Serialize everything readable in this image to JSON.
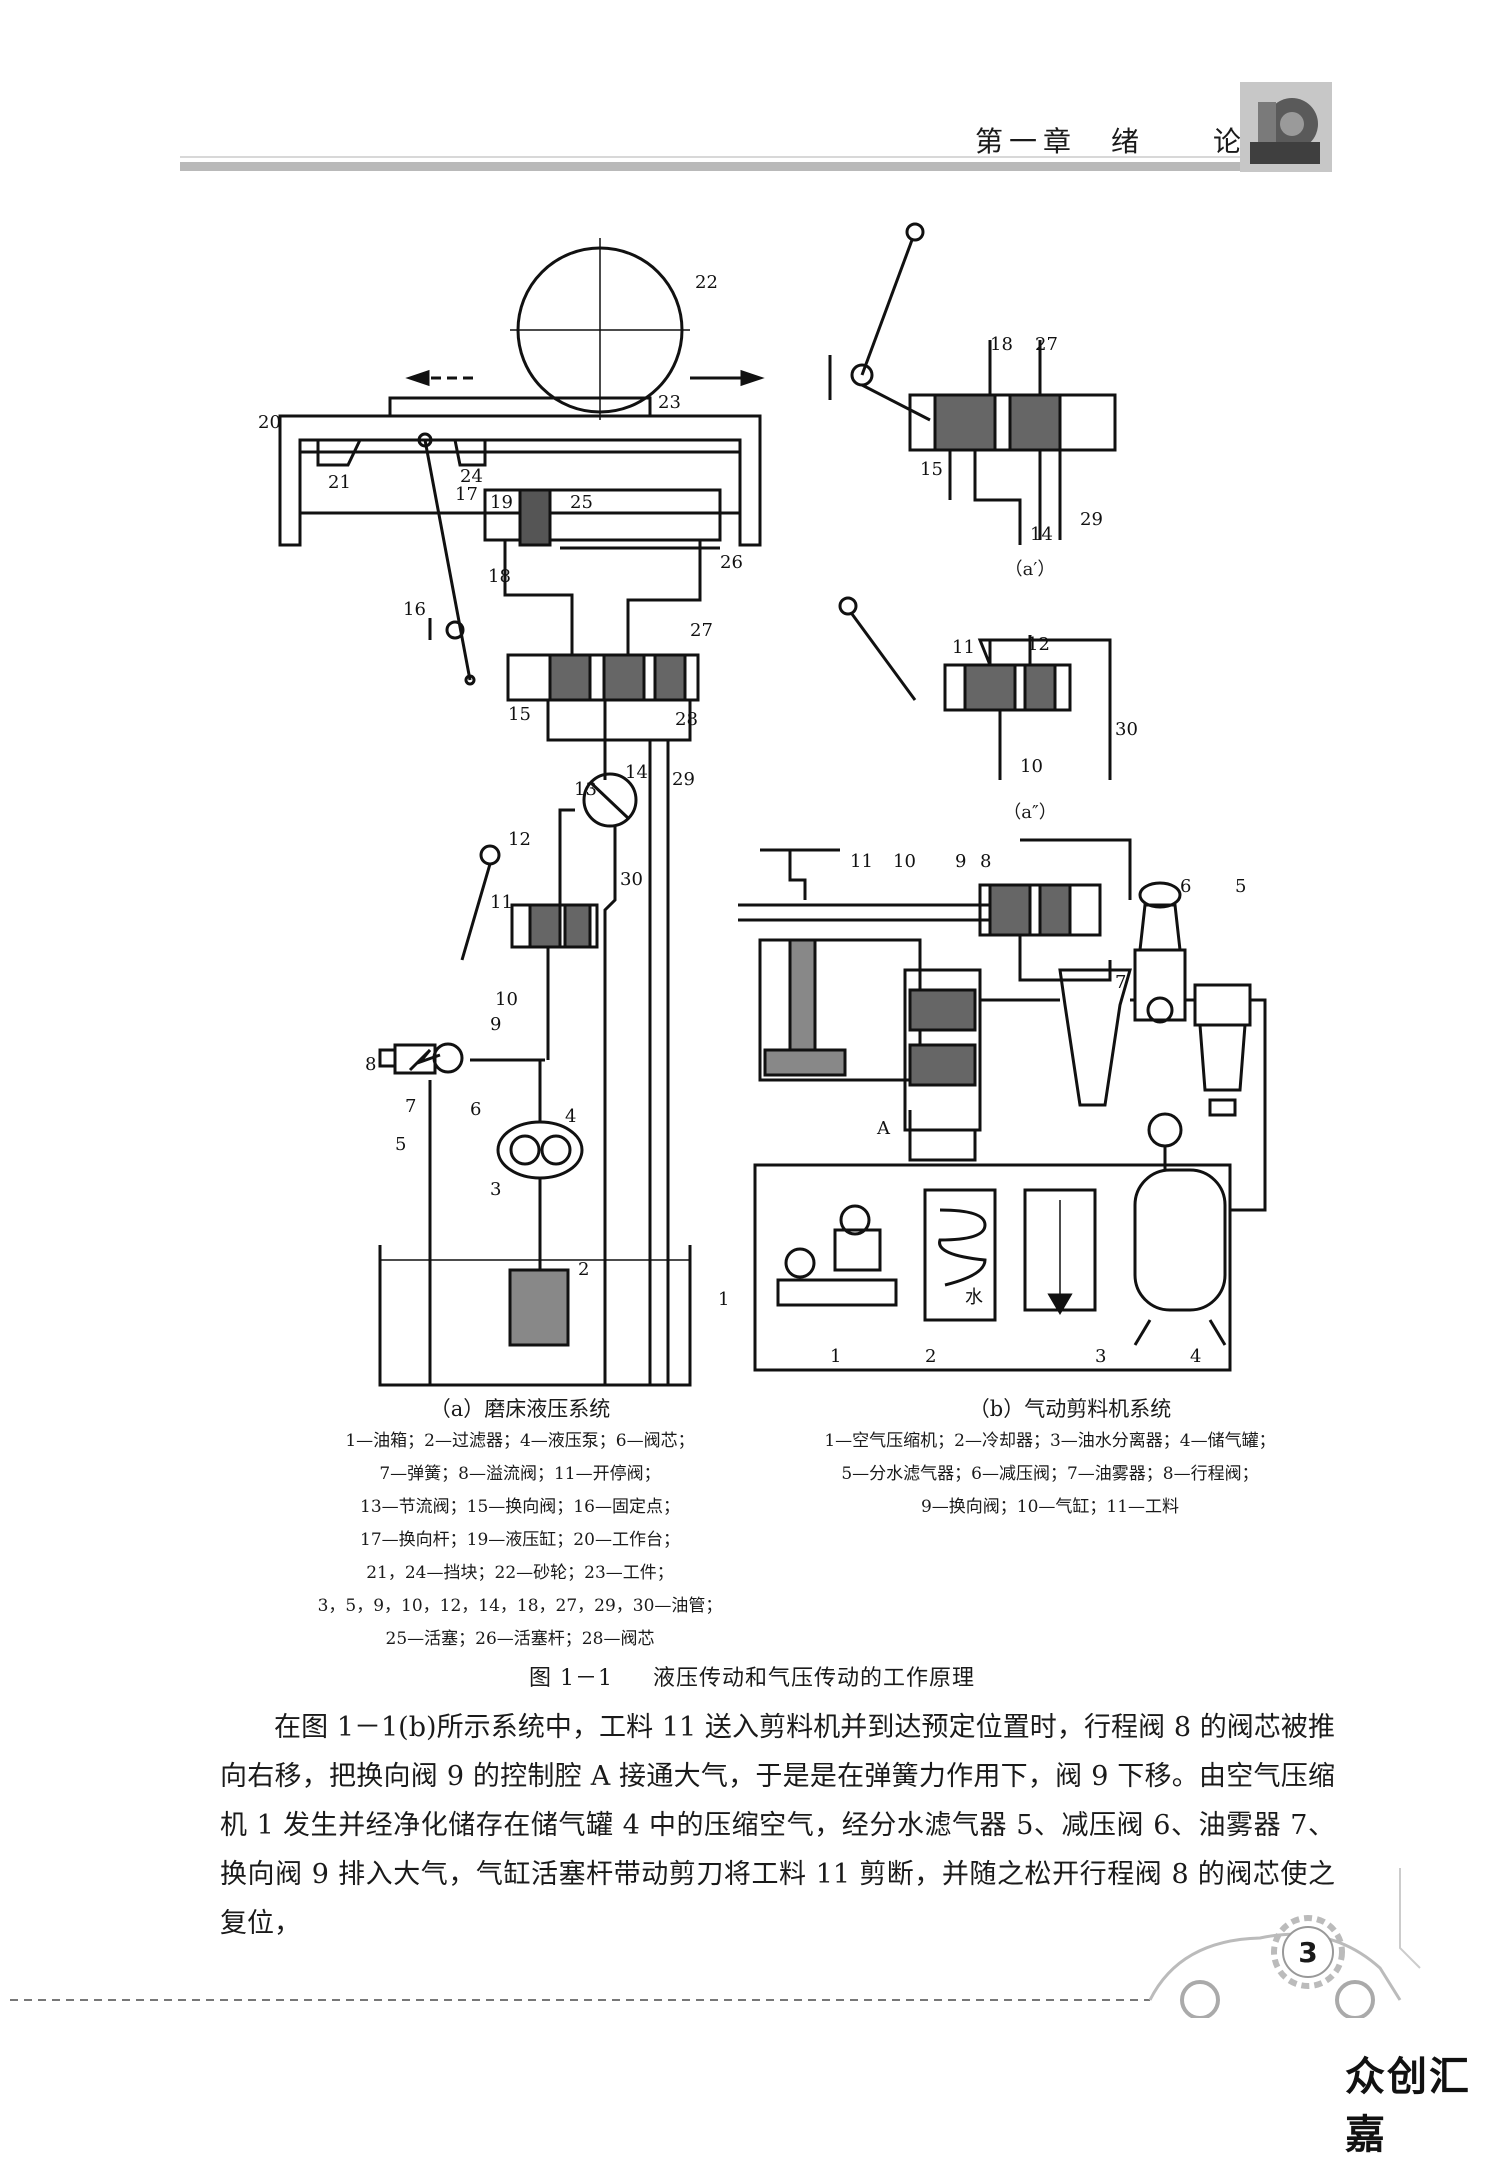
{
  "header": {
    "chapter": "第一章　绪　　论"
  },
  "figure": {
    "number": "图 1－1",
    "title": "液压传动和气压传动的工作原理",
    "panel_a": {
      "caption": "（a）磨床液压系统",
      "legend": [
        "1—油箱；2—过滤器；4—液压泵；6—阀芯；",
        "7—弹簧；8—溢流阀；11—开停阀；",
        "13—节流阀；15—换向阀；16—固定点；",
        "17—换向杆；19—液压缸；20—工作台；",
        "21，24—挡块；22—砂轮；23—工件；",
        "3，5，9，10，12，14，18，27，29，30—油管；",
        "25—活塞；26—活塞杆；28—阀芯"
      ],
      "labels": [
        "1",
        "2",
        "3",
        "4",
        "5",
        "6",
        "7",
        "8",
        "9",
        "10",
        "11",
        "12",
        "13",
        "14",
        "15",
        "16",
        "17",
        "18",
        "19",
        "20",
        "21",
        "22",
        "23",
        "24",
        "25",
        "26",
        "27",
        "28",
        "29",
        "30"
      ]
    },
    "panel_a1": {
      "caption": "（a′）",
      "labels": [
        "18",
        "27",
        "15",
        "14",
        "29"
      ]
    },
    "panel_a2": {
      "caption": "（a″）",
      "labels": [
        "12",
        "11",
        "30",
        "10"
      ]
    },
    "panel_b": {
      "caption": "（b）气动剪料机系统",
      "legend": [
        "1—空气压缩机；2—冷却器；3—油水分离器；4—储气罐；",
        "5—分水滤气器；6—减压阀；7—油雾器；8—行程阀；",
        "9—换向阀；10—气缸；11—工料"
      ],
      "labels": [
        "11",
        "10",
        "9",
        "8",
        "6",
        "5",
        "7",
        "A",
        "1",
        "2",
        "3",
        "4"
      ],
      "water_label": "水"
    }
  },
  "body": {
    "paragraph": "在图 1－1(b)所示系统中，工料 11 送入剪料机并到达预定位置时，行程阀 8 的阀芯被推向右移，把换向阀 9 的控制腔 A 接通大气，于是是在弹簧力作用下，阀 9 下移。由空气压缩机 1 发生并经净化储存在储气罐 4 中的压缩空气，经分水滤气器 5、减压阀 6、油雾器 7、换向阀 9 排入大气，气缸活塞杆带动剪刀将工料 11 剪断，并随之松开行程阀 8 的阀芯使之复位，"
  },
  "page_number": "3",
  "watermark": "众创汇嘉"
}
